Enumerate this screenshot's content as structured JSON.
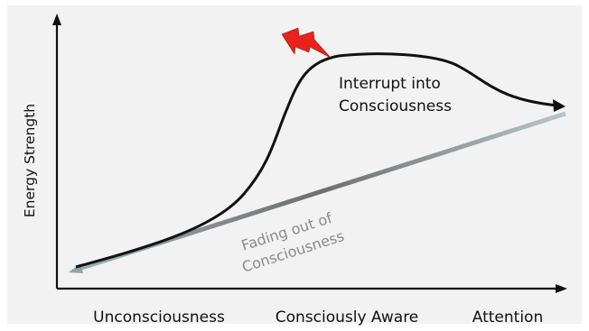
{
  "diagram": {
    "y_axis_label": "Energy  Strength",
    "x_axis_stages": [
      "Unconsciousness",
      "Consciously Aware",
      "Attention"
    ],
    "curve_label_lines": [
      "Interrupt into",
      "Consciousness"
    ],
    "fade_label_lines": [
      "Fading out of",
      "Consciousness"
    ],
    "icon": "lightning-bolt-icon",
    "colors": {
      "background": "#ffffff",
      "plot_area": "#f2f2f2",
      "axis": "#111111",
      "curve": "#111111",
      "lightning": "#e8221c",
      "fade_arrow_dark": "#6e6e6e",
      "fade_arrow_light": "#b9c6cc",
      "fade_label": "#8a8a8a"
    }
  }
}
